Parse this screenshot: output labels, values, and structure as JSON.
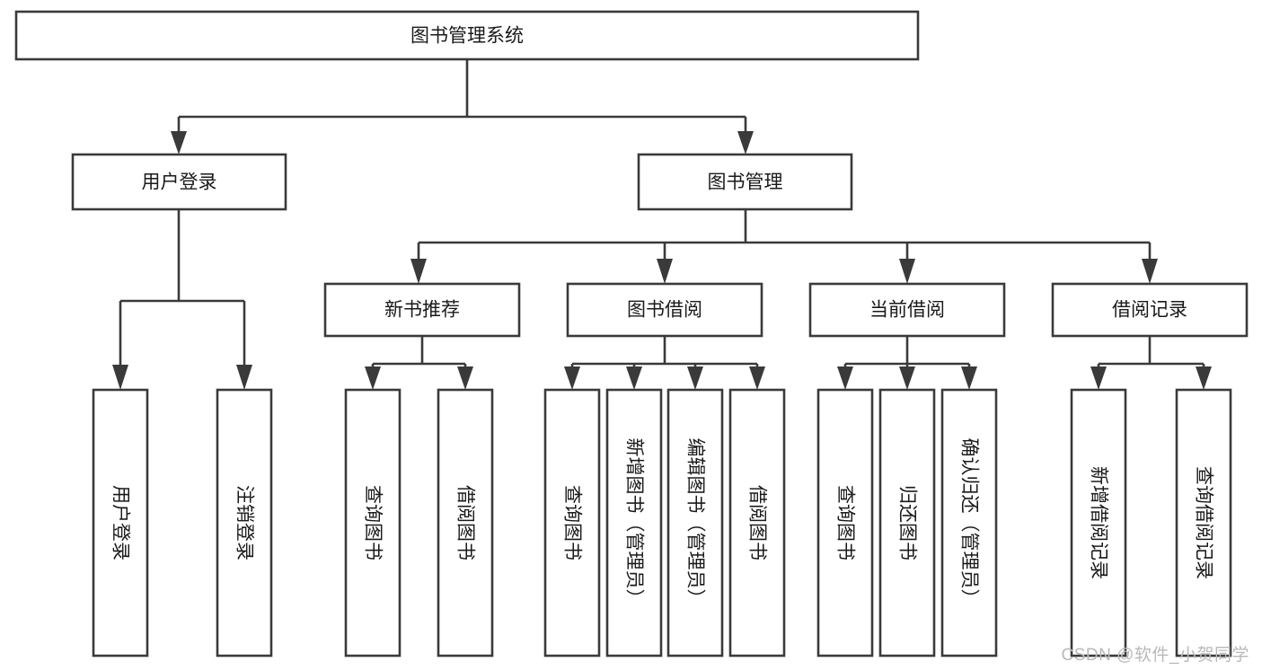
{
  "diagram": {
    "title": "图书管理系统",
    "watermark": "CSDN @软件_小贺同学",
    "type": "tree",
    "colors": {
      "stroke": "#3a3a3a",
      "fill": "#ffffff",
      "text": "#1a1a1a",
      "watermark": "#b9b9b9"
    },
    "root": {
      "label": "图书管理系统"
    },
    "level2": [
      {
        "label": "用户登录"
      },
      {
        "label": "图书管理"
      }
    ],
    "level3": [
      {
        "label": "新书推荐"
      },
      {
        "label": "图书借阅"
      },
      {
        "label": "当前借阅"
      },
      {
        "label": "借阅记录"
      }
    ],
    "leaves": {
      "user_login": [
        {
          "label": "用户登录"
        },
        {
          "label": "注销登录"
        }
      ],
      "new_book": [
        {
          "label": "查询图书"
        },
        {
          "label": "借阅图书"
        }
      ],
      "book_borrow": [
        {
          "label": "查询图书"
        },
        {
          "label": "新增图书（管理员）"
        },
        {
          "label": "编辑图书（管理员）"
        },
        {
          "label": "借阅图书"
        }
      ],
      "current_borrow": [
        {
          "label": "查询图书"
        },
        {
          "label": "归还图书"
        },
        {
          "label": "确认归还（管理员）"
        }
      ],
      "borrow_record": [
        {
          "label": "新增借阅记录"
        },
        {
          "label": "查询借阅记录"
        }
      ]
    }
  }
}
